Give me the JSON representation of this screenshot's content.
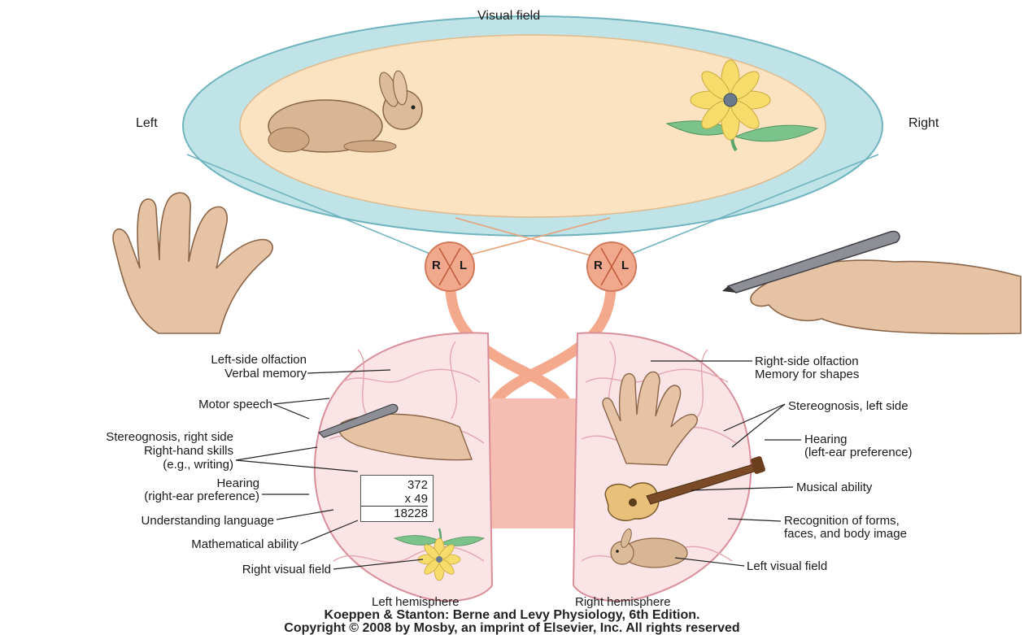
{
  "visual_field": {
    "title": "Visual field",
    "left": "Left",
    "right": "Right"
  },
  "chiasm_letters": {
    "r": "R",
    "l": "L"
  },
  "left_labels": {
    "olfaction": "Left-side olfaction",
    "verbal_memory": "Verbal memory",
    "motor_speech": "Motor speech",
    "stereognosis": "Stereognosis, right side",
    "hand_skills": "Right-hand skills",
    "writing": "(e.g., writing)",
    "hearing": "Hearing",
    "hearing_pref": "(right-ear preference)",
    "understanding": "Understanding language",
    "math": "Mathematical ability",
    "visual_field": "Right visual field"
  },
  "right_labels": {
    "olfaction": "Right-side olfaction",
    "shapes": "Memory for shapes",
    "stereognosis": "Stereognosis, left side",
    "hearing": "Hearing",
    "hearing_pref": "(left-ear preference)",
    "musical": "Musical ability",
    "recognition_1": "Recognition of forms,",
    "recognition_2": "faces, and body image",
    "visual_field": "Left visual field"
  },
  "calculation": {
    "line1": "372",
    "line2": "x 49",
    "line3": "18228"
  },
  "hemispheres": {
    "left": "Left hemisphere",
    "right": "Right hemisphere"
  },
  "credit": {
    "line1": "Koeppen & Stanton: Berne and Levy Physiology, 6th Edition.",
    "line2": "Copyright © 2008 by Mosby, an imprint of Elsevier, Inc. All rights reserved"
  },
  "icons": [
    "rabbit-icon",
    "flower-icon",
    "left-hand-icon",
    "writing-hand-icon",
    "guitar-icon",
    "eye-icon"
  ],
  "colors": {
    "field_outer": "#bfe3e6",
    "field_inner": "#fbe3c2",
    "eye": "#f0a98c",
    "optic_nerve": "#f4a98d",
    "brain": "#fbe4e6",
    "brain_lines": "#e0a0a8",
    "corpus": "#f6bdb2",
    "skin": "#e7c3a5"
  }
}
